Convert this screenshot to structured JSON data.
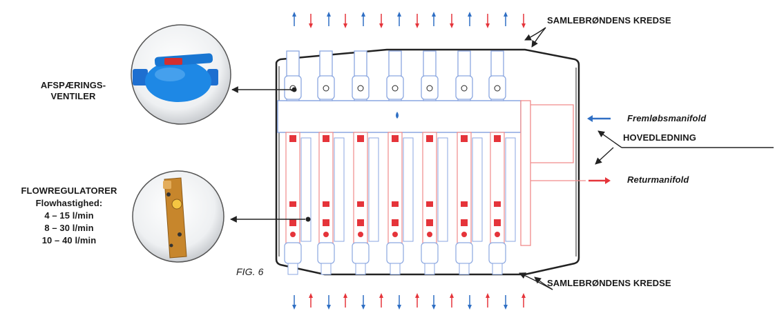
{
  "figure_label": "FIG. 6",
  "labels": {
    "circuits_top": "SAMLEBRØNDENS KREDSE",
    "circuits_bottom": "SAMLEBRØNDENS KREDSE",
    "shutoff_valves": [
      "AFSPÆRINGS-",
      "VENTILER"
    ],
    "flow_regulators": {
      "title": "FLOWREGULATORER",
      "subtitle": "Flowhastighed:",
      "ranges": [
        "4 – 15 l/min",
        "8 – 30 l/min",
        "10 – 40 l/min"
      ]
    },
    "supply_manifold": "Fremløbsmanifold",
    "main_line": "HOVEDLEDNING",
    "return_manifold": "Returmanifold"
  },
  "colors": {
    "supply_blue": "#2f6fc4",
    "return_red": "#e5343a",
    "valve_blue": "#1e88e5",
    "valve_handle_red": "#d32f2f",
    "regulator_orange": "#c7862c",
    "pipe_outline_blue": "#8aa6e0",
    "pipe_outline_red": "#f08a8a",
    "line_dark": "#222222"
  },
  "icons": [
    "ball-valve-icon",
    "flow-regulator-icon",
    "supply-arrow-icon",
    "return-arrow-icon"
  ]
}
